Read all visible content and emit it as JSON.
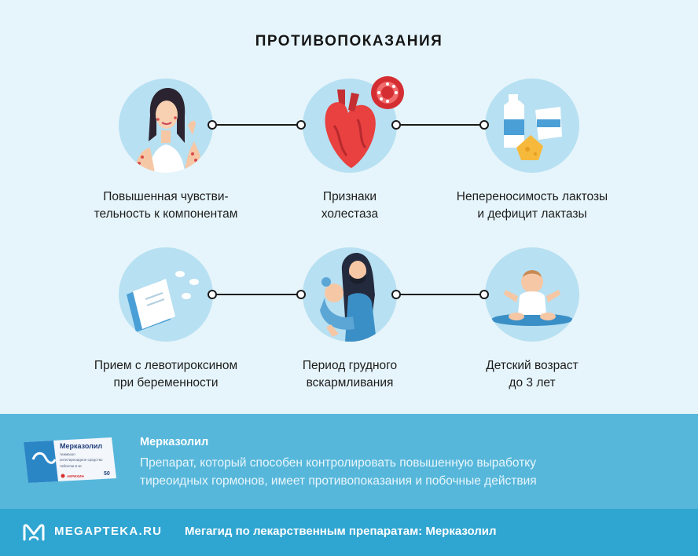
{
  "title": "ПРОТИВОПОКАЗАНИЯ",
  "items": [
    {
      "icon": "skin-rash-woman-icon",
      "lines": [
        "Повышенная чувстви-",
        "тельность к компонентам"
      ]
    },
    {
      "icon": "heart-icon",
      "lines": [
        "Признаки",
        "холестаза"
      ]
    },
    {
      "icon": "milk-cheese-icon",
      "lines": [
        "Непереносимость лактозы",
        "и дефицит лактазы"
      ]
    },
    {
      "icon": "pills-box-icon",
      "lines": [
        "Прием с левотироксином",
        "при беременности"
      ]
    },
    {
      "icon": "mother-baby-icon",
      "lines": [
        "Период грудного",
        "вскармливания"
      ]
    },
    {
      "icon": "baby-icon",
      "lines": [
        "Детский возраст",
        "до 3 лет"
      ]
    }
  ],
  "drug": {
    "name": "Мерказолил",
    "description_lines": [
      "Препарат, который способен контролировать повышенную выработку",
      "тиреоидных гормонов, имеет противопоказания и побочные действия"
    ],
    "package": {
      "name": "Мерказолил",
      "latin": "тиамазол",
      "subtitle": "антитиреоидное средство",
      "dose": "таблетки 5 мг",
      "count": "50",
      "maker": "АКРИХИН"
    }
  },
  "footer": {
    "brand": "MEGAPTEKA.RU",
    "tagline": "Мегагид по лекарственным препаратам: Мерказолил"
  },
  "colors": {
    "background": "#e6f5fb",
    "circle": "#b7e0f2",
    "info_band": "#56b7db",
    "footer_band": "#2fa5d1"
  }
}
